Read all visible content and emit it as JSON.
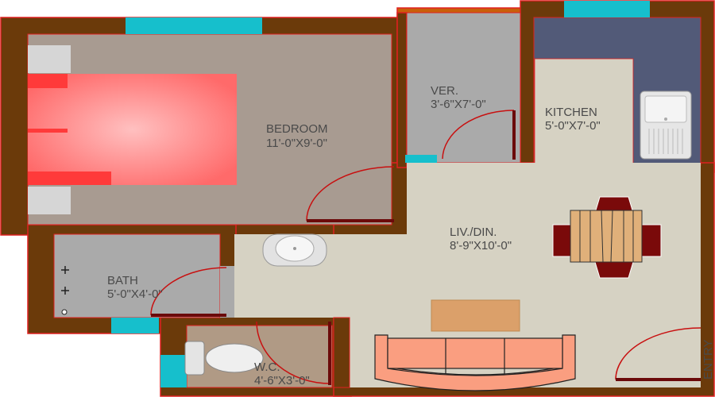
{
  "rooms": {
    "bedroom": {
      "name": "BEDROOM",
      "size": "11'-0\"X9'-0\""
    },
    "veranda": {
      "name": "VER.",
      "size": "3'-6\"X7'-0\""
    },
    "kitchen": {
      "name": "KITCHEN",
      "size": "5'-0\"X7'-0\""
    },
    "living": {
      "name": "LIV./DIN.",
      "size": "8'-9\"X10'-0\""
    },
    "bath": {
      "name": "BATH",
      "size": "5'-0\"X4'-0\""
    },
    "wc": {
      "name": "W.C.",
      "size": "4'-6\"X3'-0\""
    }
  },
  "entry_label": "ENTRY",
  "colors": {
    "wall": "#6b3a0a",
    "wall_outline": "#e02020",
    "window": "#16bfcc",
    "bedroom_floor": "#a89b91",
    "wet_floor": "#a9a9a9",
    "living_floor": "#d6d2c3",
    "wc_floor": "#b09a85",
    "kitchen_counter": "#525a78",
    "bed": "#ff7070",
    "sofa": "#fa9e80",
    "coffee_table": "#dba06a",
    "dining_chair": "#7a0a0a"
  }
}
